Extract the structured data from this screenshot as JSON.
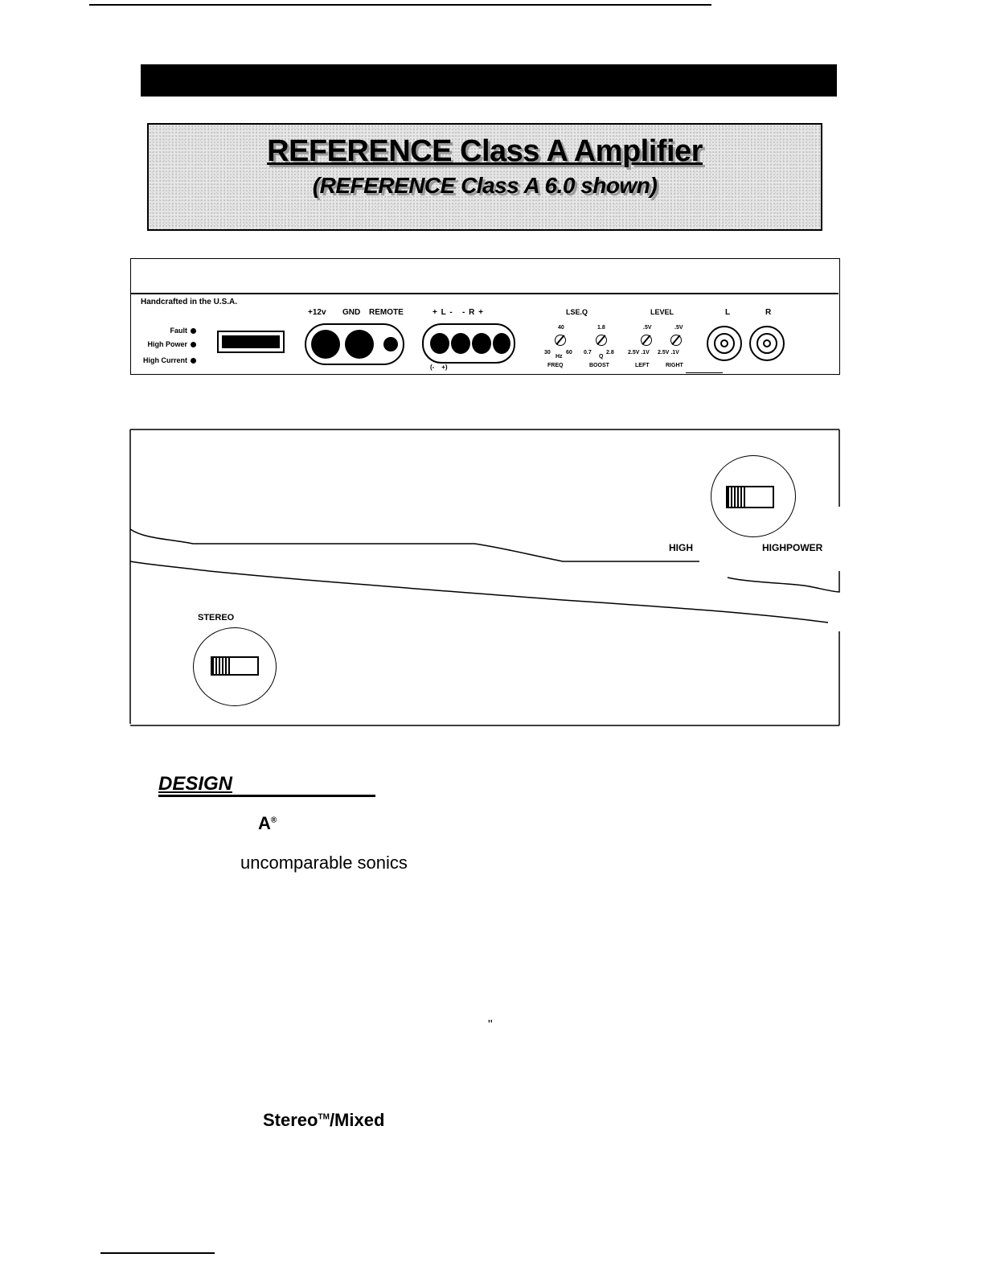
{
  "banner": {
    "title": "REFERENCE Class A Amplifier",
    "subtitle": "(REFERENCE Class A 6.0 shown)"
  },
  "front_panel": {
    "handcrafted": "Handcrafted in the U.S.A.",
    "indicators": [
      "Fault",
      "High Power",
      "High Current"
    ],
    "power_labels": {
      "plus12": "+12v",
      "gnd": "GND",
      "remote": "REMOTE"
    },
    "speaker_labels": {
      "top": "+ L -   - R +",
      "bottom": "(-    +)"
    },
    "lseq": {
      "label": "LSE.Q",
      "freq": {
        "top": "40",
        "left": "30",
        "right": "60",
        "unit": "Hz",
        "name": "FREQ"
      },
      "boost": {
        "top": "1.8",
        "left": "0.7",
        "right": "2.8",
        "unit": "Q",
        "name": "BOOST"
      }
    },
    "level": {
      "label": "LEVEL",
      "left": {
        "top": ".5V",
        "range": "2.5V .1V",
        "name": "LEFT"
      },
      "right": {
        "top": ".5V",
        "range": "2.5V .1V",
        "name": "RIGHT"
      }
    },
    "inputs": {
      "left": "L",
      "right": "R"
    }
  },
  "side_panel": {
    "label_high": "HIGH",
    "label_highpower": "HIGHPOWER",
    "label_stereo": "STEREO"
  },
  "design": {
    "heading": "DESIGN",
    "a_mark": "A",
    "a_sup": "®",
    "line2": "uncomparable sonics",
    "stray_mark": "\"",
    "stereo": "Stereo",
    "tm": "TM",
    "mixed": "/Mixed"
  }
}
